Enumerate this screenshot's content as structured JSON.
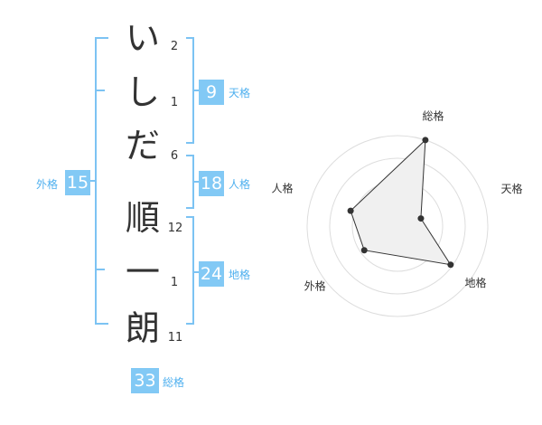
{
  "name": {
    "chars": [
      {
        "char": "い",
        "strokes": "2"
      },
      {
        "char": "し",
        "strokes": "1"
      },
      {
        "char": "だ",
        "strokes": "6"
      },
      {
        "char": "順",
        "strokes": "12"
      },
      {
        "char": "一",
        "strokes": "1"
      },
      {
        "char": "朗",
        "strokes": "11"
      }
    ]
  },
  "grids": {
    "tenkaku": {
      "value": "9",
      "label": "天格"
    },
    "jinkaku": {
      "value": "18",
      "label": "人格"
    },
    "chikaku": {
      "value": "24",
      "label": "地格"
    },
    "gaikaku": {
      "value": "15",
      "label": "外格"
    },
    "soukaku": {
      "value": "33",
      "label": "総格"
    }
  },
  "chart_data": {
    "type": "radar",
    "axes": [
      "総格",
      "天格",
      "地格",
      "外格",
      "人格"
    ],
    "values": [
      33,
      9,
      24,
      15,
      18
    ],
    "rmax": 33,
    "rings": 4,
    "colors": {
      "fill": "#f0f0f0",
      "stroke": "#333333",
      "grid": "#dddddd"
    }
  },
  "colors": {
    "accent": "#82c9f5",
    "label": "#4fb0ef",
    "bracket": "#7cc3f3"
  }
}
